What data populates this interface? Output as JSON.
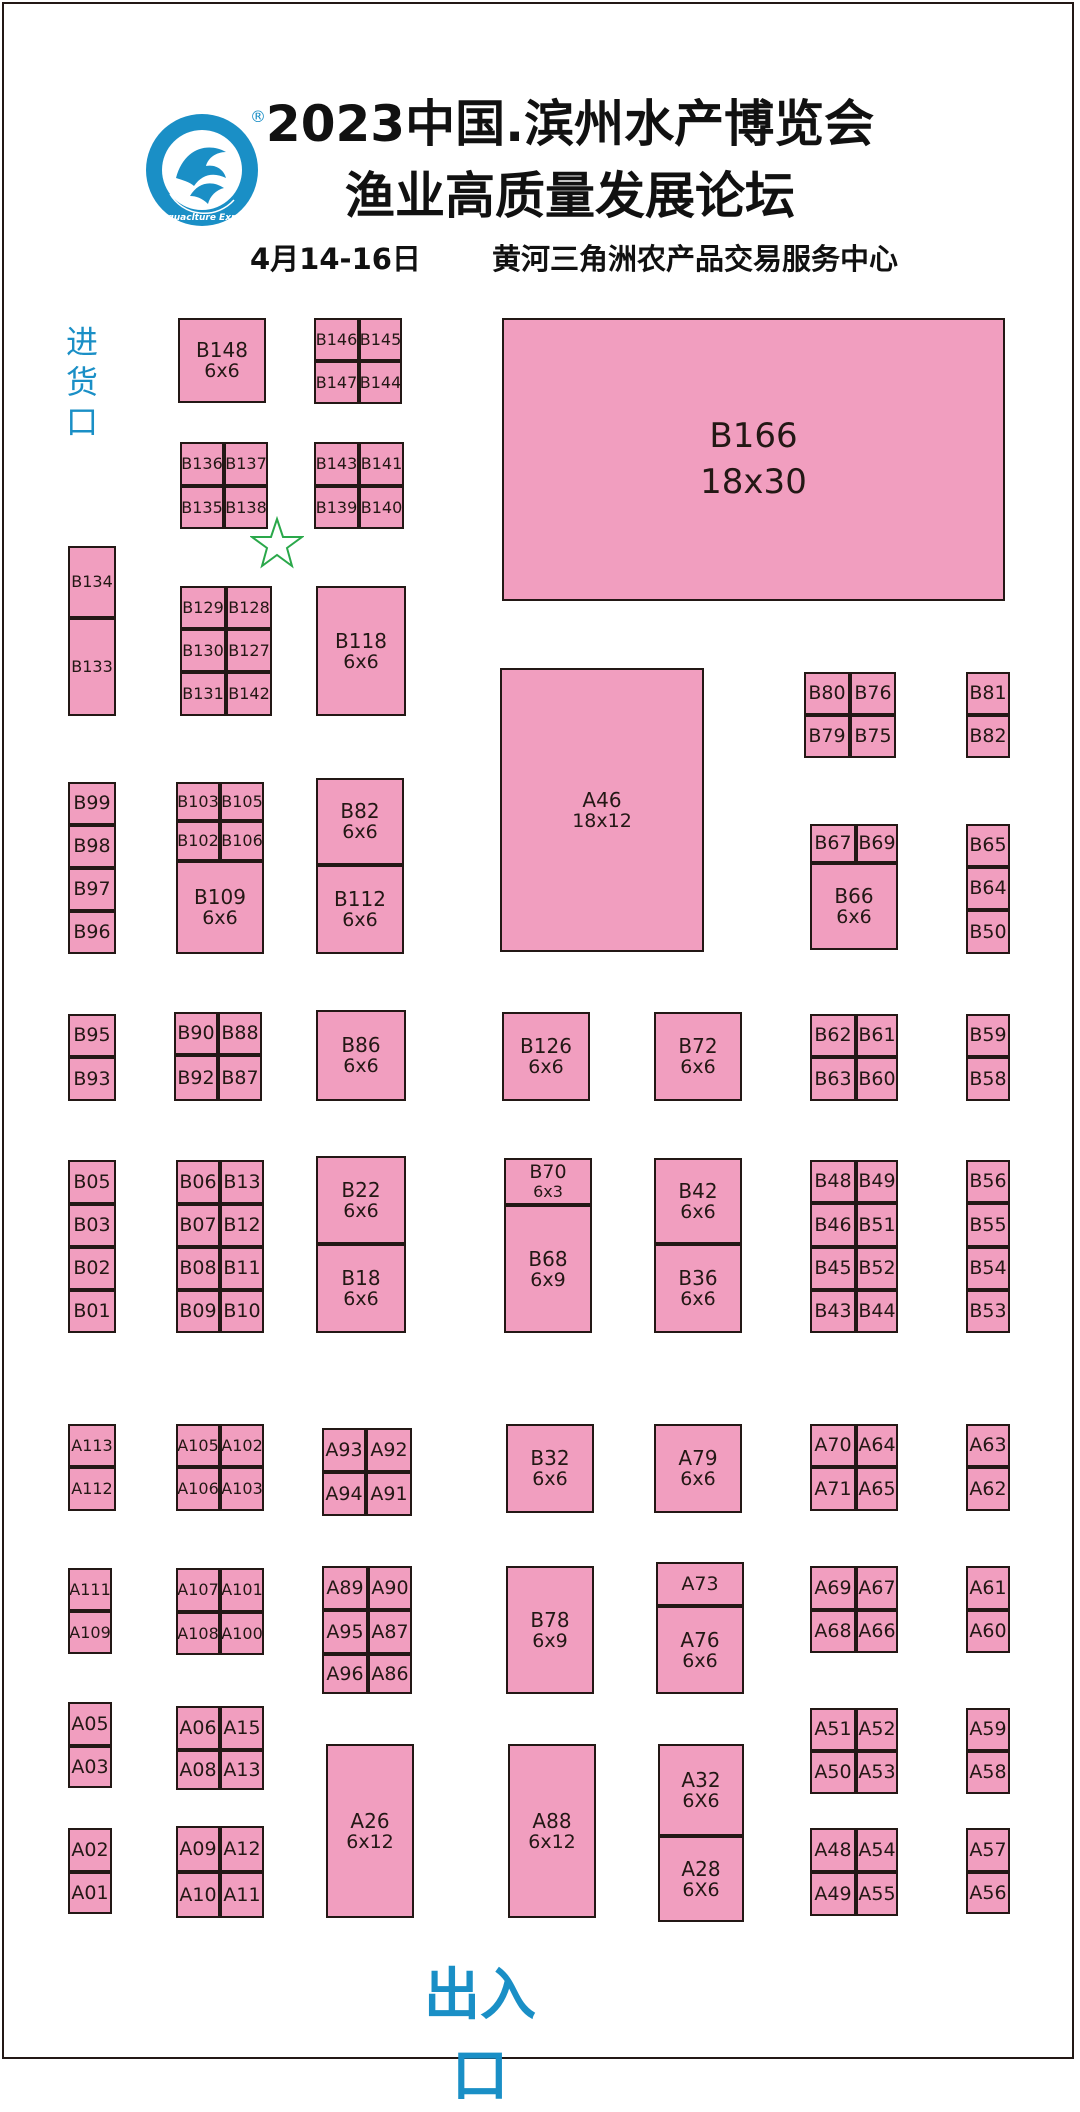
{
  "title_line1": "2023中国.滨州水产博览会",
  "title_line2": "渔业高质量发展论坛",
  "dates": "4月14-16日",
  "venue": "黄河三角洲农产品交易服务中心",
  "entrance_label": "进货口",
  "exit_label": "出入口",
  "logo": {
    "icon": "dolphin-logo",
    "text": "Aquaclture Expo",
    "registered": "®",
    "colors": {
      "blue": "#1a8fc6",
      "white": "#ffffff"
    }
  },
  "marker_icon": "star-icon",
  "colors": {
    "booth_fill": "#f19ebf",
    "booth_border": "#231815",
    "accent_blue": "#1a8fc6",
    "star_green": "#2aa84a"
  },
  "booths": [
    {
      "id": "B148",
      "size": "6x6"
    },
    {
      "id": "B146"
    },
    {
      "id": "B145"
    },
    {
      "id": "B147"
    },
    {
      "id": "B144"
    },
    {
      "id": "B166",
      "size": "18x30"
    },
    {
      "id": "B136"
    },
    {
      "id": "B137"
    },
    {
      "id": "B135"
    },
    {
      "id": "B138"
    },
    {
      "id": "B143"
    },
    {
      "id": "B141"
    },
    {
      "id": "B139"
    },
    {
      "id": "B140"
    },
    {
      "id": "B134"
    },
    {
      "id": "B133"
    },
    {
      "id": "B129"
    },
    {
      "id": "B128"
    },
    {
      "id": "B130"
    },
    {
      "id": "B127"
    },
    {
      "id": "B131"
    },
    {
      "id": "B142"
    },
    {
      "id": "B118",
      "size": "6x6"
    },
    {
      "id": "A46",
      "size": "18x12"
    },
    {
      "id": "B80"
    },
    {
      "id": "B76"
    },
    {
      "id": "B79"
    },
    {
      "id": "B75"
    },
    {
      "id": "B81"
    },
    {
      "id": "B82"
    },
    {
      "id": "B99"
    },
    {
      "id": "B98"
    },
    {
      "id": "B97"
    },
    {
      "id": "B96"
    },
    {
      "id": "B103"
    },
    {
      "id": "B105"
    },
    {
      "id": "B102"
    },
    {
      "id": "B106"
    },
    {
      "id": "B109",
      "size": "6x6"
    },
    {
      "id": "B82",
      "size": "6x6"
    },
    {
      "id": "B112",
      "size": "6x6"
    },
    {
      "id": "B67"
    },
    {
      "id": "B69"
    },
    {
      "id": "B66",
      "size": "6x6"
    },
    {
      "id": "B65"
    },
    {
      "id": "B64"
    },
    {
      "id": "B50"
    },
    {
      "id": "B95"
    },
    {
      "id": "B93"
    },
    {
      "id": "B90"
    },
    {
      "id": "B88"
    },
    {
      "id": "B92"
    },
    {
      "id": "B87"
    },
    {
      "id": "B86",
      "size": "6x6"
    },
    {
      "id": "B126",
      "size": "6x6"
    },
    {
      "id": "B72",
      "size": "6x6"
    },
    {
      "id": "B62"
    },
    {
      "id": "B61"
    },
    {
      "id": "B63"
    },
    {
      "id": "B60"
    },
    {
      "id": "B59"
    },
    {
      "id": "B58"
    },
    {
      "id": "B05"
    },
    {
      "id": "B03"
    },
    {
      "id": "B02"
    },
    {
      "id": "B01"
    },
    {
      "id": "B06"
    },
    {
      "id": "B13"
    },
    {
      "id": "B07"
    },
    {
      "id": "B12"
    },
    {
      "id": "B08"
    },
    {
      "id": "B11"
    },
    {
      "id": "B09"
    },
    {
      "id": "B10"
    },
    {
      "id": "B22",
      "size": "6x6"
    },
    {
      "id": "B18",
      "size": "6x6"
    },
    {
      "id": "B70",
      "size": "6x3"
    },
    {
      "id": "B68",
      "size": "6x9"
    },
    {
      "id": "B42",
      "size": "6x6"
    },
    {
      "id": "B36",
      "size": "6x6"
    },
    {
      "id": "B48"
    },
    {
      "id": "B49"
    },
    {
      "id": "B46"
    },
    {
      "id": "B51"
    },
    {
      "id": "B45"
    },
    {
      "id": "B52"
    },
    {
      "id": "B43"
    },
    {
      "id": "B44"
    },
    {
      "id": "B56"
    },
    {
      "id": "B55"
    },
    {
      "id": "B54"
    },
    {
      "id": "B53"
    },
    {
      "id": "A113"
    },
    {
      "id": "A112"
    },
    {
      "id": "A105"
    },
    {
      "id": "A102"
    },
    {
      "id": "A106"
    },
    {
      "id": "A103"
    },
    {
      "id": "A93"
    },
    {
      "id": "A92"
    },
    {
      "id": "A94"
    },
    {
      "id": "A91"
    },
    {
      "id": "B32",
      "size": "6x6"
    },
    {
      "id": "A79",
      "size": "6x6"
    },
    {
      "id": "A70"
    },
    {
      "id": "A64"
    },
    {
      "id": "A71"
    },
    {
      "id": "A65"
    },
    {
      "id": "A63"
    },
    {
      "id": "A62"
    },
    {
      "id": "A111"
    },
    {
      "id": "A109"
    },
    {
      "id": "A107"
    },
    {
      "id": "A101"
    },
    {
      "id": "A108"
    },
    {
      "id": "A100"
    },
    {
      "id": "A89"
    },
    {
      "id": "A90"
    },
    {
      "id": "A95"
    },
    {
      "id": "A87"
    },
    {
      "id": "A96"
    },
    {
      "id": "A86"
    },
    {
      "id": "B78",
      "size": "6x9"
    },
    {
      "id": "A73"
    },
    {
      "id": "A76",
      "size": "6x6"
    },
    {
      "id": "A69"
    },
    {
      "id": "A67"
    },
    {
      "id": "A68"
    },
    {
      "id": "A66"
    },
    {
      "id": "A61"
    },
    {
      "id": "A60"
    },
    {
      "id": "A05"
    },
    {
      "id": "A03"
    },
    {
      "id": "A06"
    },
    {
      "id": "A15"
    },
    {
      "id": "A08"
    },
    {
      "id": "A13"
    },
    {
      "id": "A26",
      "size": "6x12"
    },
    {
      "id": "A88",
      "size": "6x12"
    },
    {
      "id": "A32",
      "size": "6X6"
    },
    {
      "id": "A28",
      "size": "6X6"
    },
    {
      "id": "A51"
    },
    {
      "id": "A52"
    },
    {
      "id": "A50"
    },
    {
      "id": "A53"
    },
    {
      "id": "A59"
    },
    {
      "id": "A58"
    },
    {
      "id": "A02"
    },
    {
      "id": "A01"
    },
    {
      "id": "A09"
    },
    {
      "id": "A12"
    },
    {
      "id": "A10"
    },
    {
      "id": "A11"
    },
    {
      "id": "A48"
    },
    {
      "id": "A54"
    },
    {
      "id": "A49"
    },
    {
      "id": "A55"
    },
    {
      "id": "A57"
    },
    {
      "id": "A56"
    }
  ]
}
